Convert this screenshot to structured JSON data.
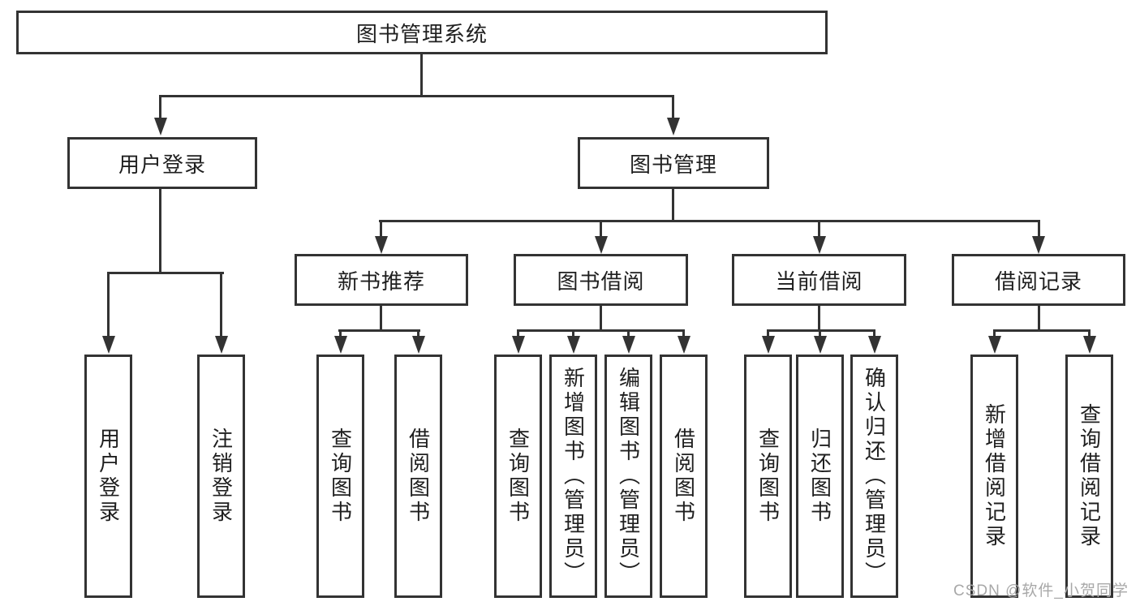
{
  "tree": {
    "root": "图书管理系统",
    "children": [
      {
        "label": "用户登录",
        "children": [
          "用户登录",
          "注销登录"
        ]
      },
      {
        "label": "图书管理",
        "children": [
          {
            "label": "新书推荐",
            "children": [
              "查询图书",
              "借阅图书"
            ]
          },
          {
            "label": "图书借阅",
            "children": [
              "查询图书",
              "新增图书（管理员）",
              "编辑图书（管理员）",
              "借阅图书"
            ]
          },
          {
            "label": "当前借阅",
            "children": [
              "查询图书",
              "归还图书",
              "确认归还（管理员）"
            ]
          },
          {
            "label": "借阅记录",
            "children": [
              "新增借阅记录",
              "查询借阅记录"
            ]
          }
        ]
      }
    ]
  },
  "watermark": {
    "text": "CSDN @软件_小贺同学"
  },
  "colors": {
    "line": "#333333",
    "text": "#1f1f1f",
    "watermark": "#a8a8a8",
    "background": "#ffffff"
  }
}
